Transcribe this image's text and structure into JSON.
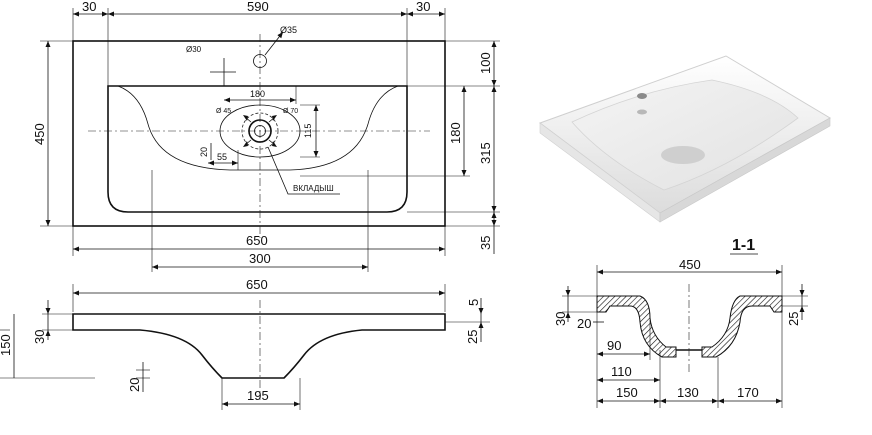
{
  "top_view": {
    "dims": {
      "left_margin": "30",
      "width_inner": "590",
      "right_margin": "30",
      "hole": "Ø35",
      "overflow": "Ø30",
      "overflow_spacing": "180",
      "drain_outer": "Ø 45",
      "drain_inner": "Ø 70",
      "height_total": "450",
      "v_100": "100",
      "v_180": "180",
      "v_315": "315",
      "v_35": "35",
      "v_115": "115",
      "v_20": "20",
      "h_55": "55",
      "width_650": "650",
      "width_300": "300"
    },
    "insert_label": "ВКЛАДЫШ"
  },
  "side_view": {
    "dims": {
      "width_650": "650",
      "h_150": "150",
      "h_30": "30",
      "h_20": "20",
      "w_195": "195",
      "r_25": "25",
      "r_5": "5"
    }
  },
  "section_view": {
    "title": "1-1",
    "dims": {
      "width_450": "450",
      "h_30": "30",
      "h_20": "20",
      "r_25": "25",
      "w_90": "90",
      "w_110": "110",
      "w_150": "150",
      "w_130": "130",
      "w_170": "170"
    }
  }
}
